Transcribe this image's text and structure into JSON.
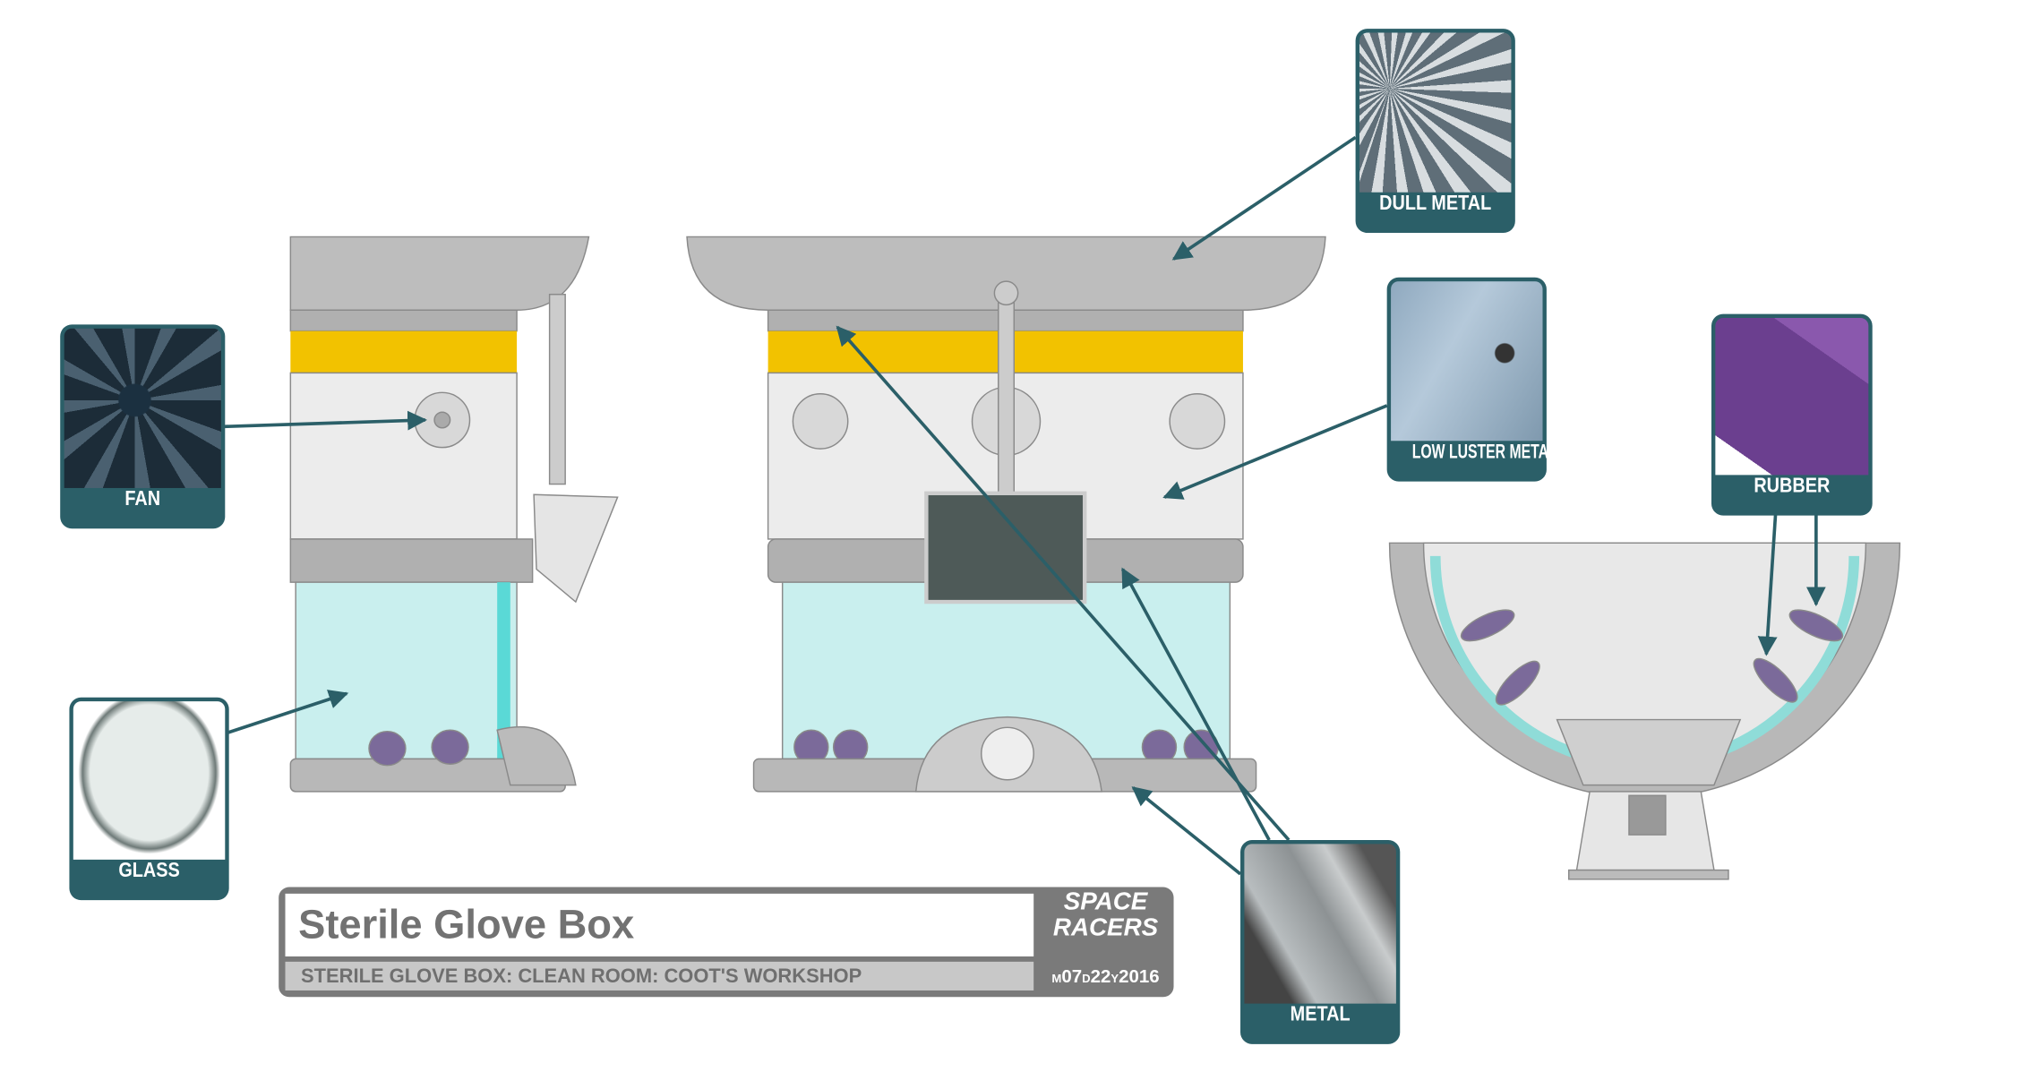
{
  "title_block": {
    "title": "Sterile Glove Box",
    "subtitle": "STERILE GLOVE BOX: CLEAN ROOM: COOT'S WORKSHOP",
    "logo_text": "SPACE RACERS",
    "date": {
      "m_prefix": "M",
      "month": "07",
      "d_prefix": "D",
      "day": "22",
      "y_prefix": "Y",
      "year": "2016"
    }
  },
  "materials": [
    {
      "id": "dull-metal",
      "label": "DULL METAL"
    },
    {
      "id": "low-luster-metal",
      "label": "LOW LUSTER METAL"
    },
    {
      "id": "rubber",
      "label": "RUBBER"
    },
    {
      "id": "fan",
      "label": "FAN"
    },
    {
      "id": "glass",
      "label": "GLASS"
    },
    {
      "id": "metal",
      "label": "METAL"
    }
  ],
  "colors": {
    "callout": "#2b5f68",
    "hazard": "#f2c200",
    "glass": "#c9efee",
    "body": "#ececec",
    "metal": "#b5b5b5",
    "glove": "#7b6a9a"
  }
}
